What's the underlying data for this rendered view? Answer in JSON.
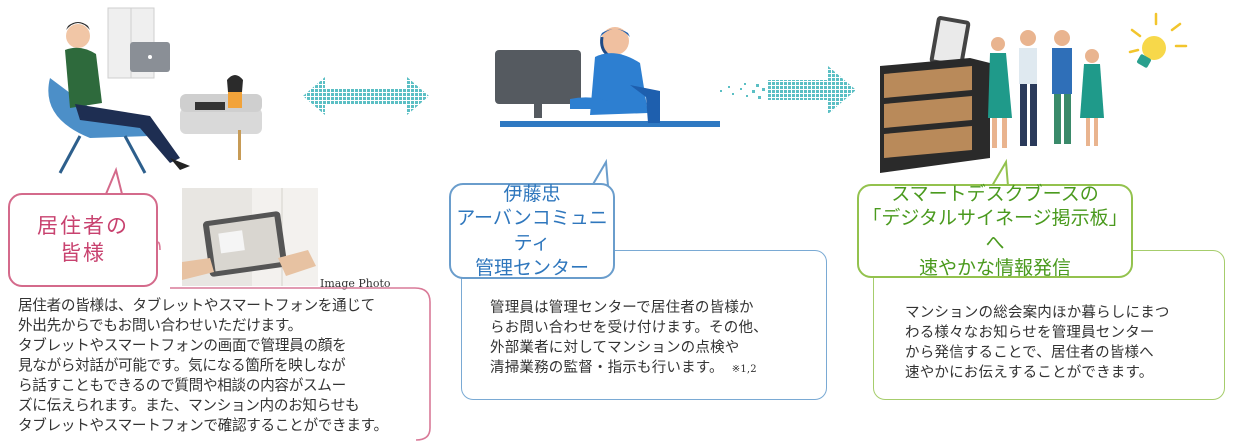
{
  "resident": {
    "title": "居住者の\n皆様",
    "description": "居住者の皆様は、タブレットやスマートフォンを通じて\n外出先からでもお問い合わせいただけます。\nタブレットやスマートフォンの画面で管理員の顔を\n見ながら対話が可能です。気になる箇所を映しなが\nら話すこともできるので質問や相談の内容がスムー\nズに伝えられます。また、マンション内のお知らせも\nタブレットやスマートフォンで確認することができます。",
    "image_caption": "Image Photo"
  },
  "center": {
    "title": "伊藤忠\nアーバンコミュニティ\n管理センター",
    "description": "管理員は管理センターで居住者の皆様か\nらお問い合わせを受け付けます。その他、\n外部業者に対してマンションの点検や\n清掃業務の監督・指示も行います。",
    "note": "※1,2"
  },
  "signage": {
    "title": "スマートデスクブースの\n「デジタルサイネージ掲示板」へ\n速やかな情報発信",
    "description": "マンションの総会案内ほか暮らしにまつ\nわる様々なお知らせを管理員センター\nから発信することで、居住者の皆様へ\n速やかにお伝えすることができます。"
  },
  "colors": {
    "resident": "#d46a8b",
    "center": "#6a9dcc",
    "signage": "#93c24e",
    "arrow": "#5bbfc4"
  },
  "icons": [
    "resident-laptop-illustration",
    "double-arrow-icon",
    "operator-headset-illustration",
    "dotted-arrow-icon",
    "signage-desk-illustration",
    "lightbulb-icon"
  ]
}
